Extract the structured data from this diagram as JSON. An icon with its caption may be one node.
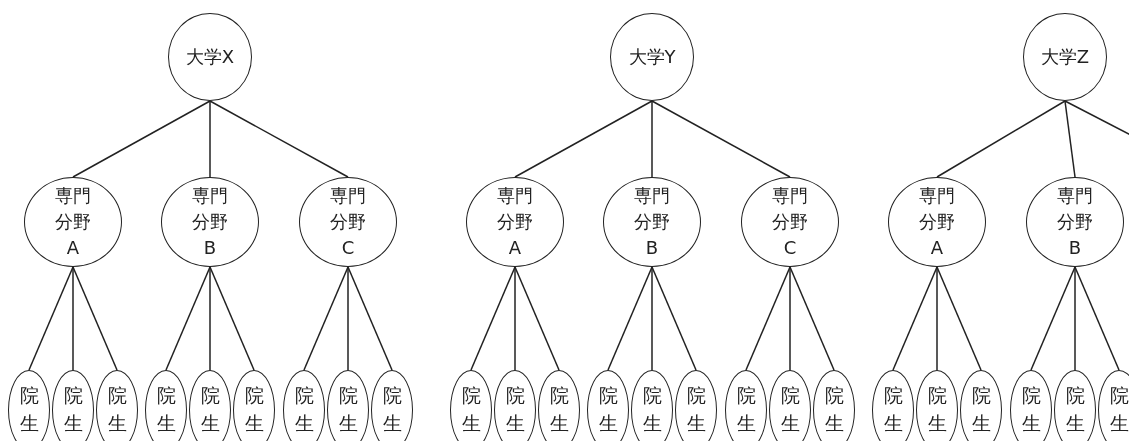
{
  "diagram": {
    "nodes": [
      {
        "text": [
          "大学X"
        ]
      },
      {
        "text": [
          "大学Y"
        ]
      },
      {
        "text": [
          "大学Z"
        ]
      },
      {
        "text": [
          "専門分野A"
        ]
      },
      {
        "text": [
          "専門分野B"
        ]
      },
      {
        "text": [
          "専門分野C"
        ]
      },
      {
        "text": [
          "専門分野A"
        ]
      },
      {
        "text": [
          "専門分野B"
        ]
      },
      {
        "text": [
          "専門分野C"
        ]
      },
      {
        "text": [
          "専門分野A"
        ]
      },
      {
        "text": [
          "専門分野B"
        ]
      },
      {
        "text": [
          "院生"
        ]
      },
      {
        "text": [
          "院生"
        ]
      },
      {
        "text": [
          "院生"
        ]
      },
      {
        "text": [
          "院生"
        ]
      },
      {
        "text": [
          "院生"
        ]
      },
      {
        "text": [
          "院生"
        ]
      },
      {
        "text": [
          "院生"
        ]
      },
      {
        "text": [
          "院生"
        ]
      },
      {
        "text": [
          "院生"
        ]
      },
      {
        "text": [
          "院生"
        ]
      },
      {
        "text": [
          "院生"
        ]
      },
      {
        "text": [
          "院生"
        ]
      },
      {
        "text": [
          "院生"
        ]
      },
      {
        "text": [
          "院生"
        ]
      },
      {
        "text": [
          "院生"
        ]
      },
      {
        "text": [
          "院生"
        ]
      },
      {
        "text": [
          "院生"
        ]
      },
      {
        "text": [
          "院生"
        ]
      },
      {
        "text": [
          "院生"
        ]
      },
      {
        "text": [
          "院生"
        ]
      },
      {
        "text": [
          "院生"
        ]
      },
      {
        "text": [
          "院生"
        ]
      },
      {
        "text": [
          "院生"
        ]
      },
      {
        "text": [
          "院生"
        ]
      }
    ],
    "edges": [
      {
        "from": 0,
        "to": 3,
        "arrow": "none"
      },
      {
        "from": 0,
        "to": 4,
        "arrow": "none"
      },
      {
        "from": 0,
        "to": 5,
        "arrow": "none"
      },
      {
        "from": 1,
        "to": 6,
        "arrow": "none"
      },
      {
        "from": 1,
        "to": 7,
        "arrow": "none"
      },
      {
        "from": 1,
        "to": 8,
        "arrow": "none"
      },
      {
        "from": 2,
        "to": 9,
        "arrow": "none"
      },
      {
        "from": 2,
        "to": 10,
        "arrow": "none"
      },
      {
        "from": 2,
        "to": null,
        "arrow": "none"
      },
      {
        "from": 3,
        "to": 11,
        "arrow": "none"
      },
      {
        "from": 3,
        "to": 12,
        "arrow": "none"
      },
      {
        "from": 3,
        "to": 13,
        "arrow": "none"
      },
      {
        "from": 4,
        "to": 14,
        "arrow": "none"
      },
      {
        "from": 4,
        "to": 15,
        "arrow": "none"
      },
      {
        "from": 4,
        "to": 16,
        "arrow": "none"
      },
      {
        "from": 5,
        "to": 17,
        "arrow": "none"
      },
      {
        "from": 5,
        "to": 18,
        "arrow": "none"
      },
      {
        "from": 5,
        "to": 19,
        "arrow": "none"
      },
      {
        "from": 6,
        "to": 20,
        "arrow": "none"
      },
      {
        "from": 6,
        "to": 21,
        "arrow": "none"
      },
      {
        "from": 6,
        "to": 22,
        "arrow": "none"
      },
      {
        "from": 7,
        "to": 23,
        "arrow": "none"
      },
      {
        "from": 7,
        "to": 24,
        "arrow": "none"
      },
      {
        "from": 7,
        "to": 25,
        "arrow": "none"
      },
      {
        "from": 8,
        "to": 26,
        "arrow": "none"
      },
      {
        "from": 8,
        "to": 27,
        "arrow": "none"
      },
      {
        "from": 8,
        "to": 28,
        "arrow": "none"
      },
      {
        "from": 9,
        "to": 29,
        "arrow": "none"
      },
      {
        "from": 9,
        "to": 30,
        "arrow": "none"
      },
      {
        "from": 9,
        "to": 31,
        "arrow": "none"
      },
      {
        "from": 10,
        "to": 32,
        "arrow": "none"
      },
      {
        "from": 10,
        "to": 33,
        "arrow": "none"
      },
      {
        "from": 10,
        "to": 34,
        "arrow": "none"
      }
    ]
  }
}
